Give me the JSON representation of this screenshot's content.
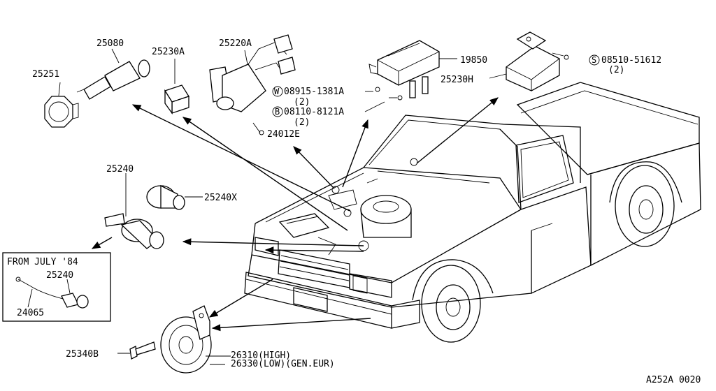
{
  "parts": {
    "p25251": "25251",
    "p25080": "25080",
    "p25230A": "25230A",
    "p25220A": "25220A",
    "p19850": "19850",
    "p08510": "08510-51612",
    "p08510_qty": "(2)",
    "p25230H": "25230H",
    "p08915": "08915-1381A",
    "p08915_qty": "(2)",
    "p08110": "08110-8121A",
    "p08110_qty": "(2)",
    "p24012E": "24012E",
    "p25240": "25240",
    "p25240X": "25240X",
    "p25340B": "25340B",
    "p26310": "26310(HIGH)",
    "p26330": "26330(LOW)(GEN.EUR)"
  },
  "symbols": {
    "washer": "W",
    "bolt": "B",
    "screw": "S"
  },
  "inset": {
    "title": "FROM JULY '84",
    "part_switch": "25240",
    "part_harness": "24065"
  },
  "figure_code": "A252A 0020"
}
